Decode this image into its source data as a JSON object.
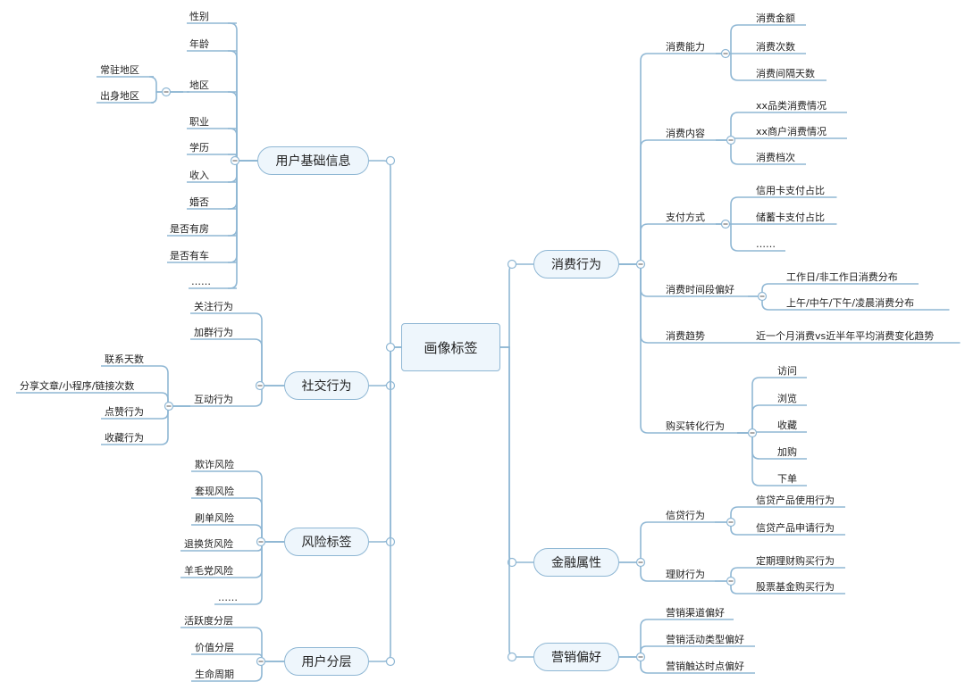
{
  "root": "画像标签",
  "left": [
    {
      "label": "用户基础信息",
      "children": [
        {
          "label": "性别"
        },
        {
          "label": "年龄"
        },
        {
          "label": "地区",
          "children": [
            "常驻地区",
            "出身地区"
          ]
        },
        {
          "label": "职业"
        },
        {
          "label": "学历"
        },
        {
          "label": "收入"
        },
        {
          "label": "婚否"
        },
        {
          "label": "是否有房"
        },
        {
          "label": "是否有车"
        },
        {
          "label": "……"
        }
      ]
    },
    {
      "label": "社交行为",
      "children": [
        {
          "label": "关注行为"
        },
        {
          "label": "加群行为"
        },
        {
          "label": "互动行为",
          "children": [
            "联系天数",
            "分享文章/小程序/链接次数",
            "点赞行为",
            "收藏行为"
          ]
        }
      ]
    },
    {
      "label": "风险标签",
      "children": [
        {
          "label": "欺诈风险"
        },
        {
          "label": "套现风险"
        },
        {
          "label": "刷单风险"
        },
        {
          "label": "退换货风险"
        },
        {
          "label": "羊毛党风险"
        },
        {
          "label": "……"
        }
      ]
    },
    {
      "label": "用户分层",
      "children": [
        {
          "label": "活跃度分层"
        },
        {
          "label": "价值分层"
        },
        {
          "label": "生命周期"
        }
      ]
    }
  ],
  "right": [
    {
      "label": "消费行为",
      "children": [
        {
          "label": "消费能力",
          "children": [
            "消费金额",
            "消费次数",
            "消费间隔天数"
          ]
        },
        {
          "label": "消费内容",
          "children": [
            "xx品类消费情况",
            "xx商户消费情况",
            "消费档次"
          ]
        },
        {
          "label": "支付方式",
          "children": [
            "信用卡支付占比",
            "储蓄卡支付占比",
            "……"
          ]
        },
        {
          "label": "消费时间段偏好",
          "children": [
            "工作日/非工作日消费分布",
            "上午/中午/下午/凌晨消费分布"
          ]
        },
        {
          "label": "消费趋势",
          "children": [
            "近一个月消费vs近半年平均消费变化趋势"
          ]
        },
        {
          "label": "购买转化行为",
          "children": [
            "访问",
            "浏览",
            "收藏",
            "加购",
            "下单"
          ]
        }
      ]
    },
    {
      "label": "金融属性",
      "children": [
        {
          "label": "信贷行为",
          "children": [
            "信贷产品使用行为",
            "信贷产品申请行为"
          ]
        },
        {
          "label": "理财行为",
          "children": [
            "定期理财购买行为",
            "股票基金购买行为"
          ]
        }
      ]
    },
    {
      "label": "营销偏好",
      "children": [
        {
          "label": "营销渠道偏好"
        },
        {
          "label": "营销活动类型偏好"
        },
        {
          "label": "营销触达时点偏好"
        }
      ]
    }
  ],
  "colors": {
    "line": "#8fb7d4",
    "node_fill": "#eef6fc",
    "node_border": "#8fb7d4",
    "text": "#222222"
  }
}
